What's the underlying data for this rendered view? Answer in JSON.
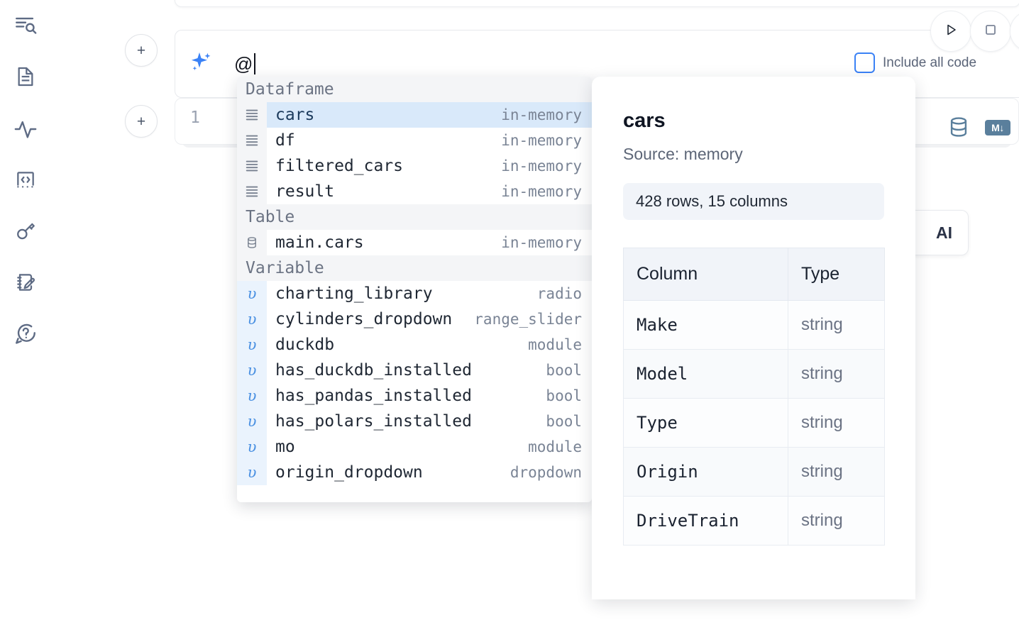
{
  "sidebar": {
    "items": [
      {
        "name": "explore-search-icon",
        "label": "Explore"
      },
      {
        "name": "notebook-file-icon",
        "label": "Files"
      },
      {
        "name": "activity-pulse-icon",
        "label": "Activity"
      },
      {
        "name": "code-snippets-icon",
        "label": "Snippets"
      },
      {
        "name": "secrets-key-icon",
        "label": "Secrets"
      },
      {
        "name": "scratchpad-edit-icon",
        "label": "Scratchpad"
      },
      {
        "name": "help-question-icon",
        "label": "Help"
      }
    ]
  },
  "ai_prompt": {
    "input_value": "@",
    "sparkle_icon": "ai-sparkle-icon",
    "run_icon": "play-triangle-icon",
    "stop_icon": "stop-square-icon",
    "include_all_code_label": "Include all code",
    "include_all_code_checked": false,
    "accent_color": "#3b82f6"
  },
  "code_cell": {
    "line_number": "1",
    "db_icon": "database-icon",
    "markdown_icon": "markdown-icon",
    "markdown_badge_text": "M↓"
  },
  "ai_hint_card": {
    "text": "AI"
  },
  "autocomplete": {
    "groups": [
      {
        "label": "Dataframe",
        "items": [
          {
            "icon": "dataframe-icon",
            "name": "cars",
            "type": "in-memory",
            "selected": true
          },
          {
            "icon": "dataframe-icon",
            "name": "df",
            "type": "in-memory",
            "selected": false
          },
          {
            "icon": "dataframe-icon",
            "name": "filtered_cars",
            "type": "in-memory",
            "selected": false
          },
          {
            "icon": "dataframe-icon",
            "name": "result",
            "type": "in-memory",
            "selected": false
          }
        ]
      },
      {
        "label": "Table",
        "items": [
          {
            "icon": "table-icon",
            "name": "main.cars",
            "type": "in-memory",
            "selected": false
          }
        ]
      },
      {
        "label": "Variable",
        "items": [
          {
            "icon": "variable-icon",
            "name": "charting_library",
            "type": "radio",
            "selected": false
          },
          {
            "icon": "variable-icon",
            "name": "cylinders_dropdown",
            "type": "range_slider",
            "selected": false
          },
          {
            "icon": "variable-icon",
            "name": "duckdb",
            "type": "module",
            "selected": false
          },
          {
            "icon": "variable-icon",
            "name": "has_duckdb_installed",
            "type": "bool",
            "selected": false
          },
          {
            "icon": "variable-icon",
            "name": "has_pandas_installed",
            "type": "bool",
            "selected": false
          },
          {
            "icon": "variable-icon",
            "name": "has_polars_installed",
            "type": "bool",
            "selected": false
          },
          {
            "icon": "variable-icon",
            "name": "mo",
            "type": "module",
            "selected": false
          },
          {
            "icon": "variable-icon",
            "name": "origin_dropdown",
            "type": "dropdown",
            "selected": false
          }
        ]
      }
    ]
  },
  "detail_panel": {
    "title": "cars",
    "source": "Source: memory",
    "shape": "428 rows, 15 columns",
    "columns_header": "Column",
    "type_header": "Type",
    "rows": [
      {
        "column": "Make",
        "type": "string"
      },
      {
        "column": "Model",
        "type": "string"
      },
      {
        "column": "Type",
        "type": "string"
      },
      {
        "column": "Origin",
        "type": "string"
      },
      {
        "column": "DriveTrain",
        "type": "string"
      }
    ]
  }
}
